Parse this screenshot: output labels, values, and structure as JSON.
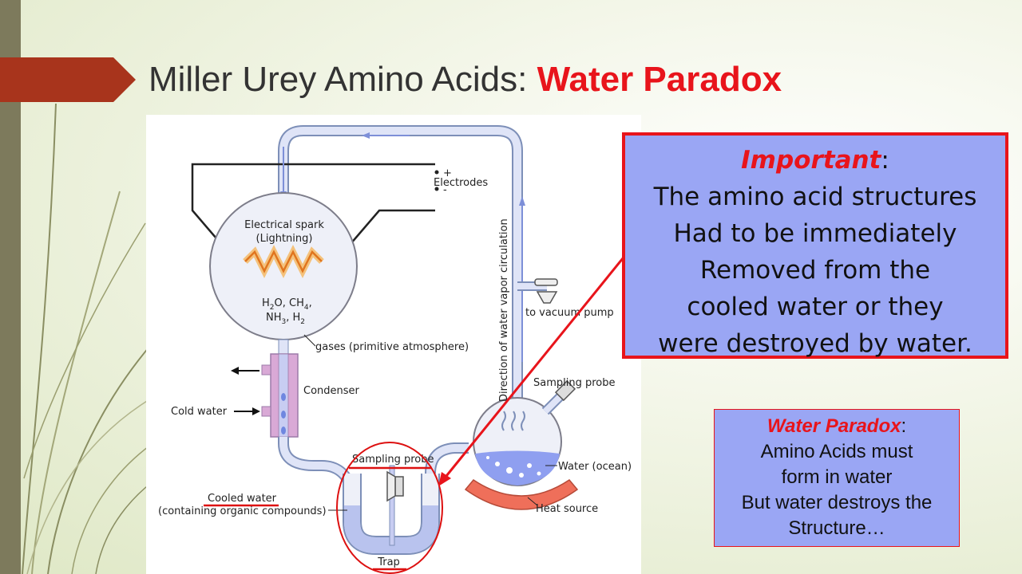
{
  "slide": {
    "title_prefix": "Miller Urey Amino Acids: ",
    "title_highlight": "Water Paradox"
  },
  "diagram": {
    "labels": {
      "electrodes": "Electrodes",
      "plus": "+",
      "minus": "-",
      "spark_line1": "Electrical spark",
      "spark_line2": "(Lightning)",
      "gases_formula_1a": "H",
      "gases_formula_1b": "2",
      "gases_formula_1c": "O, CH",
      "gases_formula_1d": "4",
      "gases_formula_1e": ",",
      "gases_formula_2a": "NH",
      "gases_formula_2b": "3",
      "gases_formula_2c": ", H",
      "gases_formula_2d": "2",
      "gases": "gases (primitive atmosphere)",
      "condenser": "Condenser",
      "cold_water": "Cold water",
      "circulation": "Direction of water vapor circulation",
      "vacuum_pump": "to vacuum pump",
      "sampling_probe_right": "Sampling probe",
      "water_ocean": "Water (ocean)",
      "heat_source": "Heat source",
      "sampling_probe_left": "Sampling probe",
      "cooled_water": "Cooled water",
      "organic_compounds": "(containing organic compounds)",
      "trap": "Trap"
    }
  },
  "important_box": {
    "heading": "Important",
    "heading_suffix": ":",
    "lines": [
      "The amino acid structures",
      "Had to be immediately",
      "Removed from the",
      "cooled water or they",
      "were destroyed by water."
    ]
  },
  "paradox_box": {
    "heading": "Water Paradox",
    "heading_suffix": ":",
    "lines": [
      "Amino Acids must",
      "form in water",
      "But water destroys the",
      "Structure…"
    ]
  },
  "colors": {
    "accent_red": "#e8141b",
    "box_fill": "#9aa6f4",
    "arrow_brown": "#a8341c",
    "tube_blue": "#b9c3ee",
    "condenser_pink": "#d9a9d6",
    "heat_red": "#ef6f5a"
  }
}
